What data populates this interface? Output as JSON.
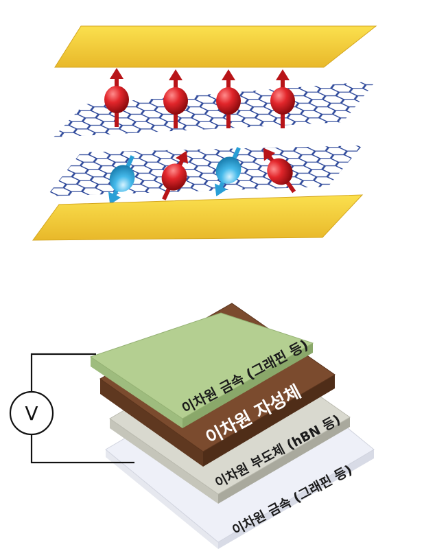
{
  "diagram": {
    "voltmeter_symbol": "V",
    "layers": [
      {
        "label": "이차원 금속 (그래핀 등)"
      },
      {
        "label": "이차원 자성체"
      },
      {
        "label": "이차원 부도체 (hBN 등)"
      },
      {
        "label": "이차원 금속 (그래핀 등)"
      }
    ],
    "colors": {
      "electrode": "#f2cc2f",
      "lattice": "#233f95",
      "spin_up": "#c8161b",
      "spin_flipped": "#3db3e6",
      "metal_top_layer": "#b4cf91",
      "magnet_layer": "#7b4b2e",
      "insulator_layer": "#d9d9cf",
      "metal_bottom_layer": "#eef0f8"
    },
    "icons": [
      "spin-up-arrow-icon",
      "spin-tilted-arrow-icon",
      "voltmeter-icon"
    ]
  }
}
